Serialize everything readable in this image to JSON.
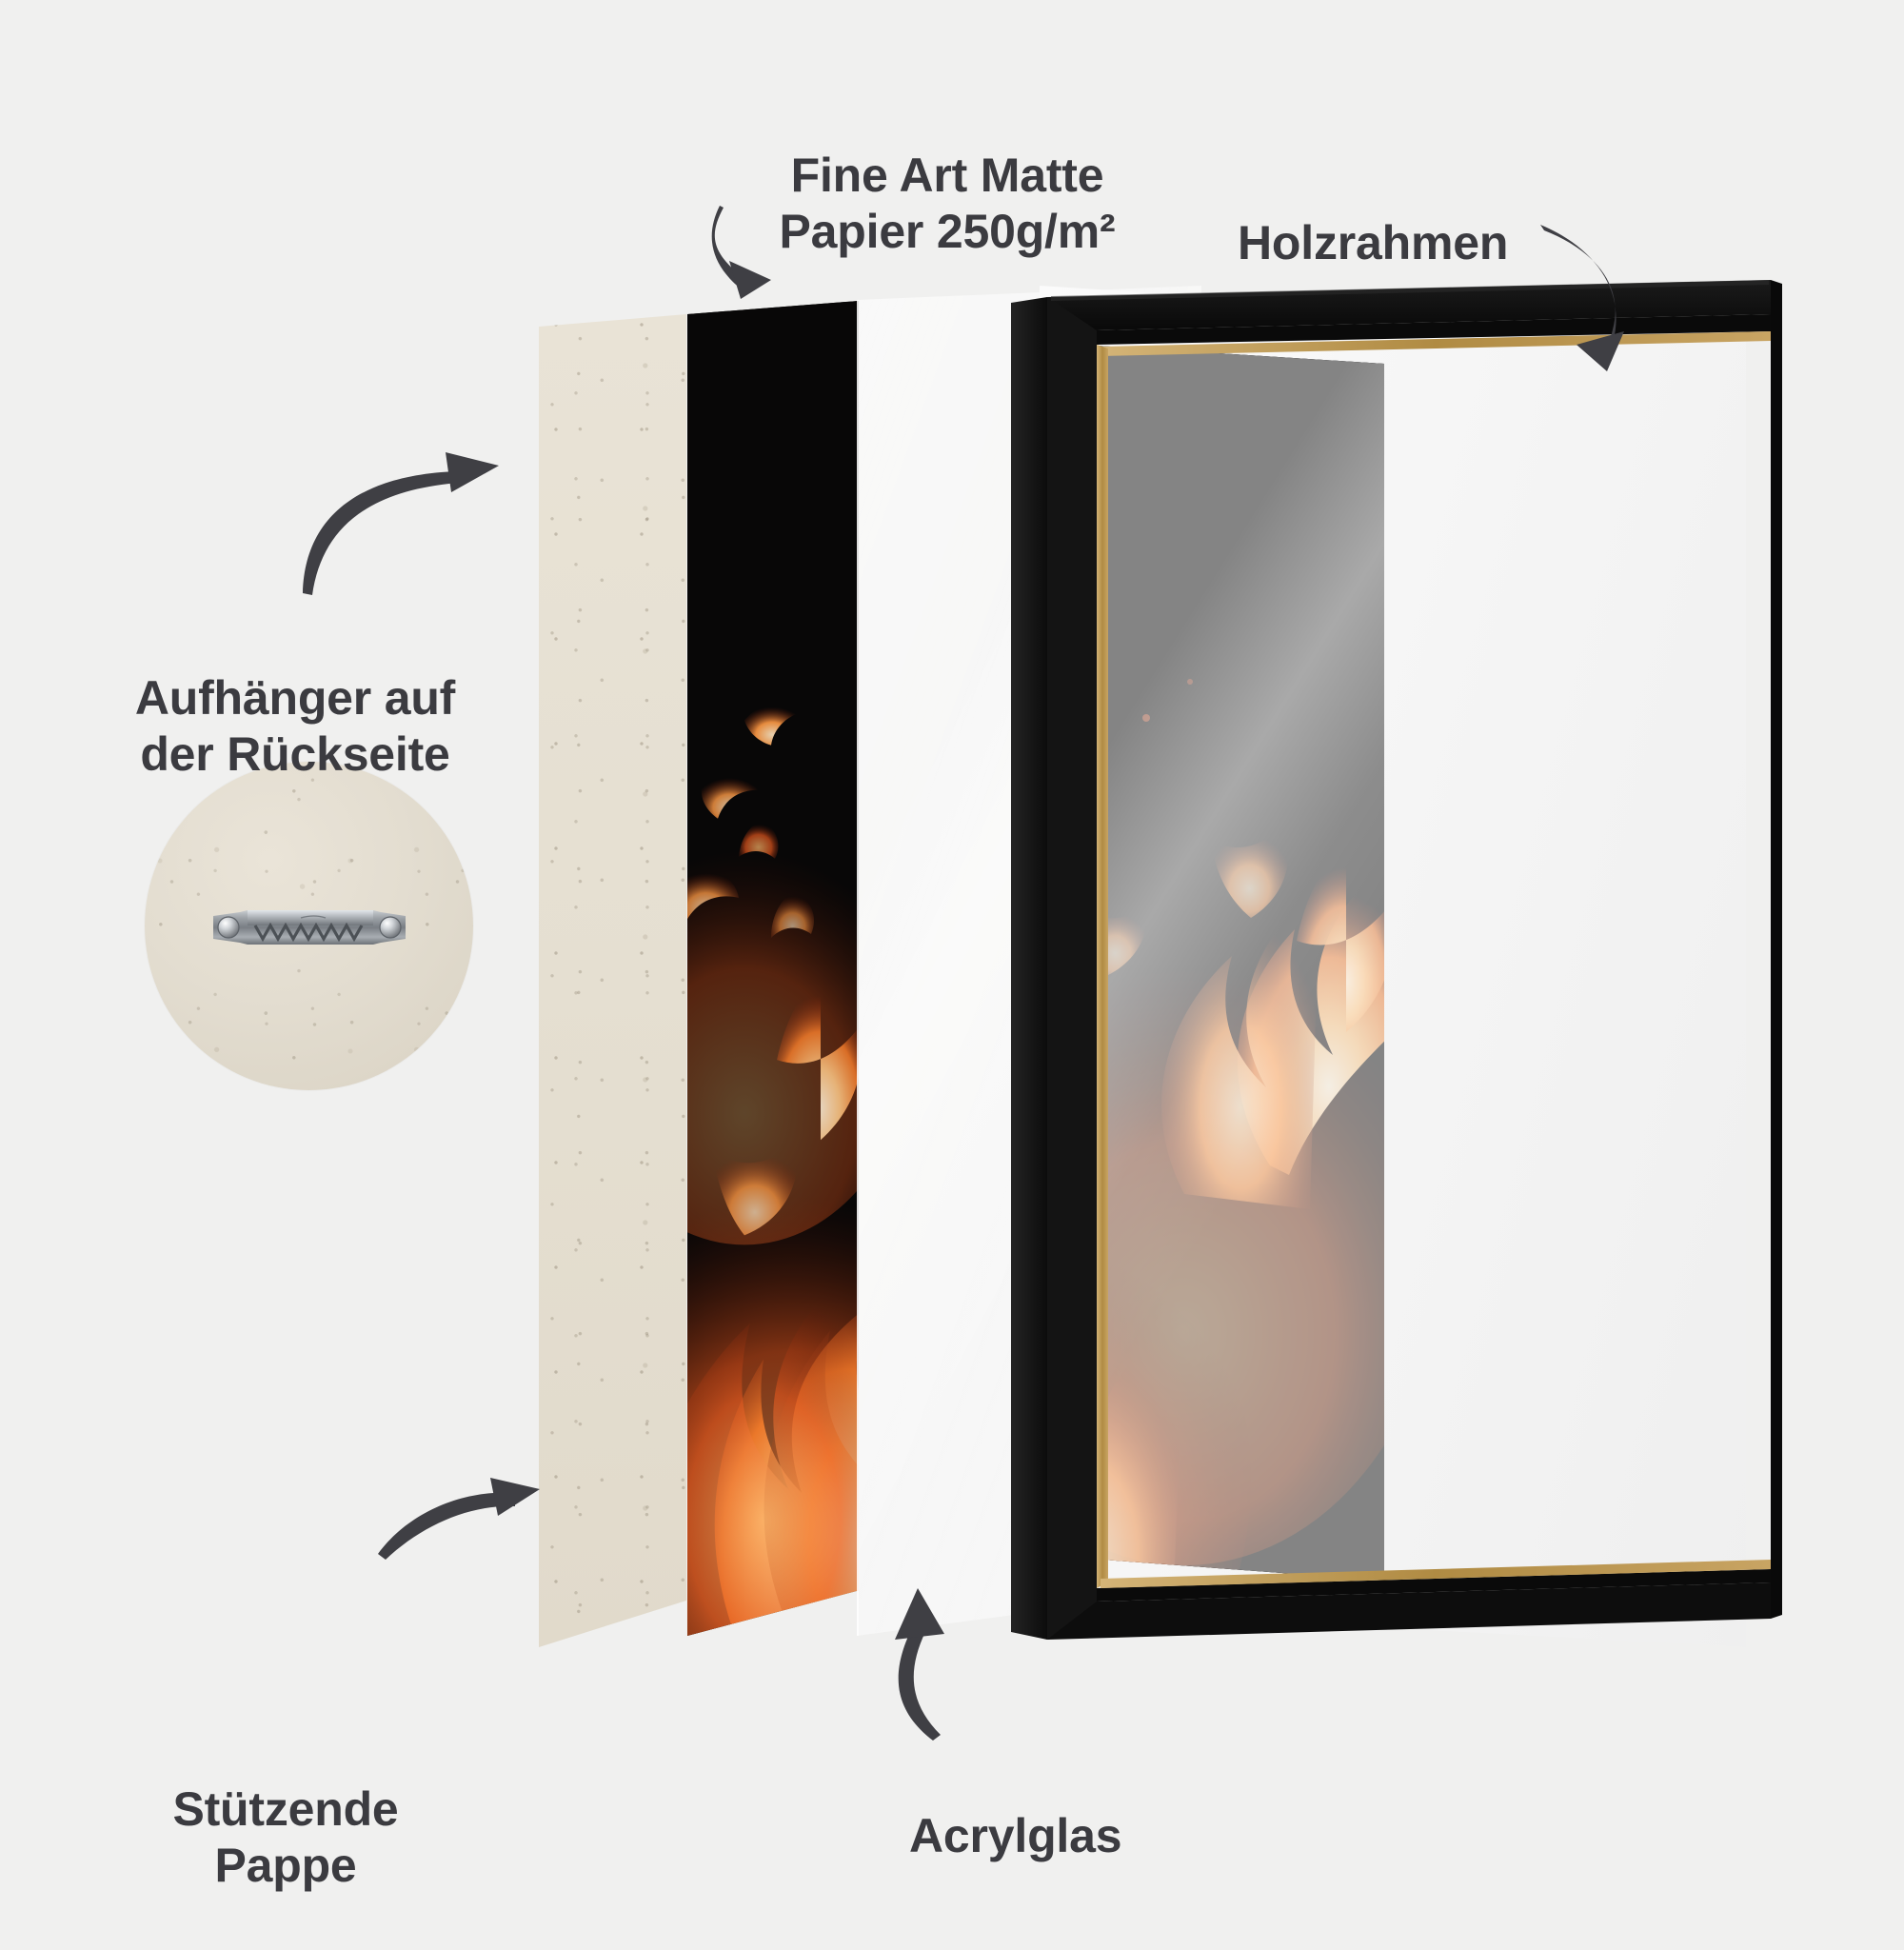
{
  "scene": {
    "title": "Bilderrahmen Aufbau – Explosionsdarstellung",
    "background_color": "#f0f0ef",
    "text_color": "#3b3b40"
  },
  "labels": [
    {
      "id": "fine-art-paper",
      "text": "Fine Art Matte\nPapier 250g/m²",
      "align": "center",
      "points_to": "printed-paper-layer"
    },
    {
      "id": "wooden-frame",
      "text": "Holzrahmen",
      "align": "left",
      "points_to": "wooden-frame-layer"
    },
    {
      "id": "hanger-back",
      "text": "Aufhänger auf\nder Rückseite",
      "align": "center",
      "points_to": "backing-board-layer"
    },
    {
      "id": "supporting-cardboard",
      "text": "Stützende\nPappe",
      "align": "center",
      "points_to": "backing-board-layer"
    },
    {
      "id": "acrylic-glass",
      "text": "Acrylglas",
      "align": "left",
      "points_to": "acrylic-glass-layer"
    }
  ],
  "layers": [
    {
      "id": "backing-board-layer",
      "name": "Stützende Pappe",
      "color": "#e5dfd1"
    },
    {
      "id": "printed-paper-layer",
      "name": "Fine Art Matte Papier 250g/m²",
      "color": "#080707"
    },
    {
      "id": "acrylic-glass-layer",
      "name": "Acrylglas",
      "color": "#f2f2f2"
    },
    {
      "id": "wooden-frame-layer",
      "name": "Holzrahmen",
      "color": "#121212"
    }
  ],
  "detail": {
    "id": "hanger-detail",
    "name": "Aufhänger Nahaufnahme",
    "board_color": "#e3ddd0",
    "bracket_color": "#8f9397",
    "bracket_type": "sawtooth-hanger",
    "screw_count": 2
  },
  "artwork": {
    "name": "Flammen auf schwarzem Hintergrund",
    "background_color": "#0a0909",
    "flame_colors": [
      "#ffd9a8",
      "#ff9a44",
      "#e3561d",
      "#8a230c"
    ]
  },
  "frame": {
    "outer_color": "#121212",
    "inner_fillet_color": "#b59killed",
    "inner_fillet": "#b8975a",
    "mat_color": "#fbfbfb"
  },
  "arrows": [
    {
      "id": "arrow-to-paper",
      "from": "fine-art-paper",
      "direction": "down"
    },
    {
      "id": "arrow-to-frame",
      "from": "wooden-frame",
      "direction": "down-left"
    },
    {
      "id": "arrow-to-backing",
      "from": "hanger-back",
      "direction": "right-up"
    },
    {
      "id": "arrow-to-cardboard",
      "from": "supporting-cardboard",
      "direction": "right-up"
    },
    {
      "id": "arrow-to-acryl",
      "from": "acrylic-glass",
      "direction": "up"
    }
  ]
}
